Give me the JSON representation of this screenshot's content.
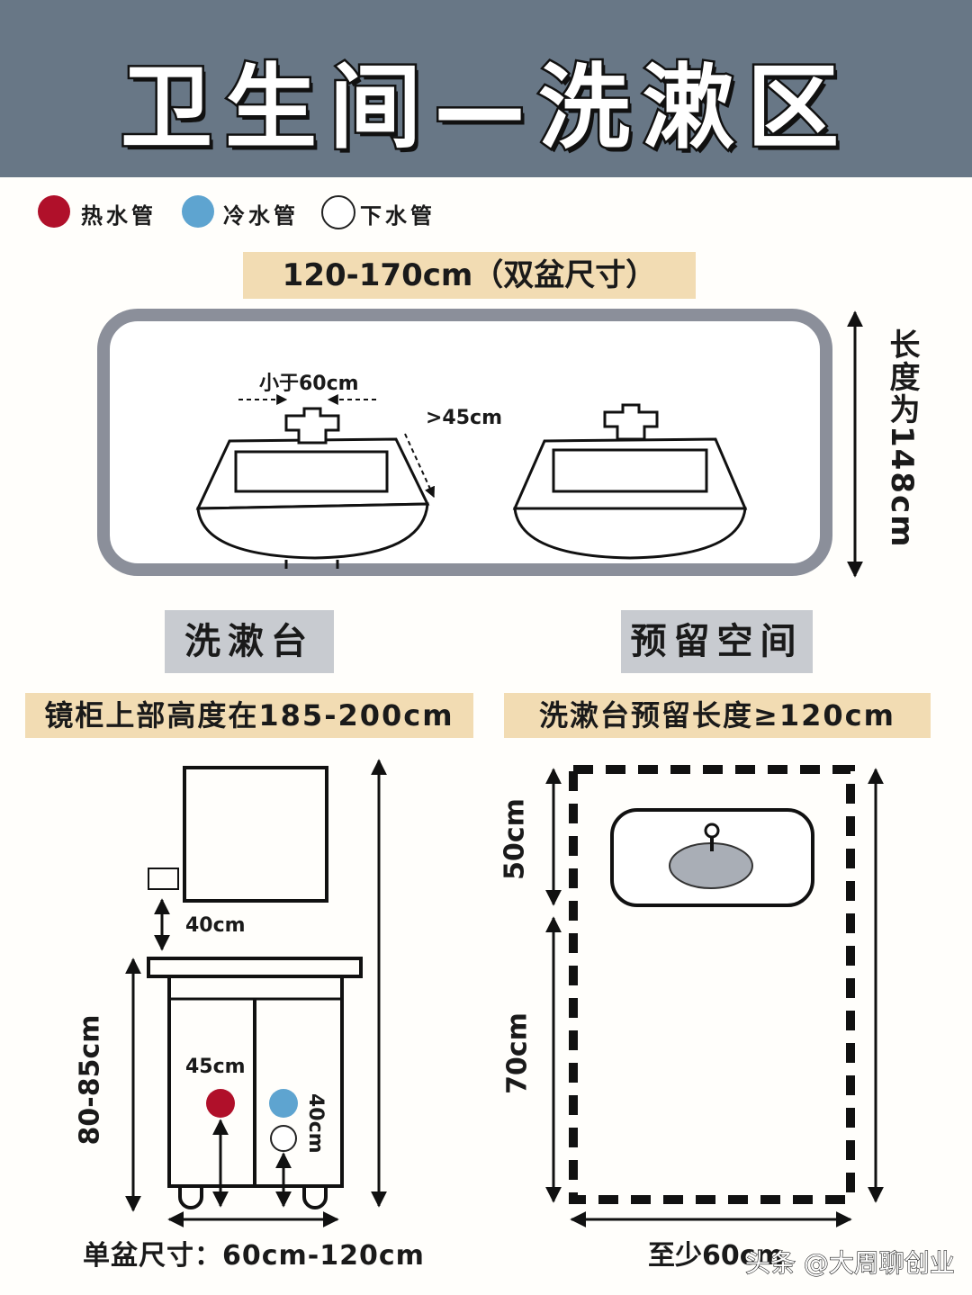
{
  "header": {
    "title": "卫生间—洗漱区"
  },
  "legend": [
    {
      "label": "热水管",
      "color": "#b0102a"
    },
    {
      "label": "冷水管",
      "color": "#5ea4d0"
    },
    {
      "label": "下水管",
      "color": "#ffffff"
    }
  ],
  "double_basin": {
    "banner": "120-170cm（双盆尺寸）",
    "faucet_gap": "小于60cm",
    "basin_gap": ">45cm",
    "length_label": "长度为148cm"
  },
  "vanity": {
    "heading": "洗漱台",
    "banner": "镜柜上部高度在185-200cm",
    "socket_gap": "40cm",
    "height_label": "80-85cm",
    "hot_pipe_height": "45cm",
    "cold_pipe_height": "40cm",
    "width_label": "单盆尺寸：60cm-120cm"
  },
  "reserved": {
    "heading": "预留空间",
    "banner": "洗漱台预留长度≥120cm",
    "top_depth": "50cm",
    "bottom_depth": "70cm",
    "width_label": "至少60cm"
  },
  "watermark": "头条 @大周聊创业"
}
